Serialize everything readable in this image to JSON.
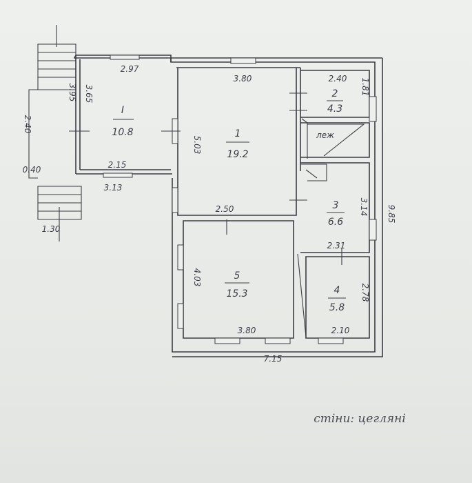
{
  "rooms": [
    {
      "id": "I",
      "number": "I",
      "area": "10.8"
    },
    {
      "id": "r1",
      "number": "1",
      "area": "19.2"
    },
    {
      "id": "r2",
      "number": "2",
      "area": "4.3"
    },
    {
      "id": "r3",
      "number": "3",
      "area": "6.6"
    },
    {
      "id": "r4",
      "number": "4",
      "area": "5.8"
    },
    {
      "id": "r5",
      "number": "5",
      "area": "15.3"
    }
  ],
  "labels": {
    "stove": "леж",
    "note": "стіни: цегляні"
  },
  "dimensions": {
    "d297": "2.97",
    "d380_top": "3.80",
    "d240_r2": "2.40",
    "d181": "1.81",
    "d395": "3.95",
    "d365": "3.65",
    "d240_left": "2.40",
    "d040": "0.40",
    "d503": "5.03",
    "d215": "2.15",
    "d313": "3.13",
    "d250": "2.50",
    "d130": "1.30",
    "d314": "3.14",
    "d985": "9.85",
    "d231": "2.31",
    "d403": "4.03",
    "d278": "2.78",
    "d380_bottom": "3.80",
    "d210": "2.10",
    "d715": "7.15"
  }
}
